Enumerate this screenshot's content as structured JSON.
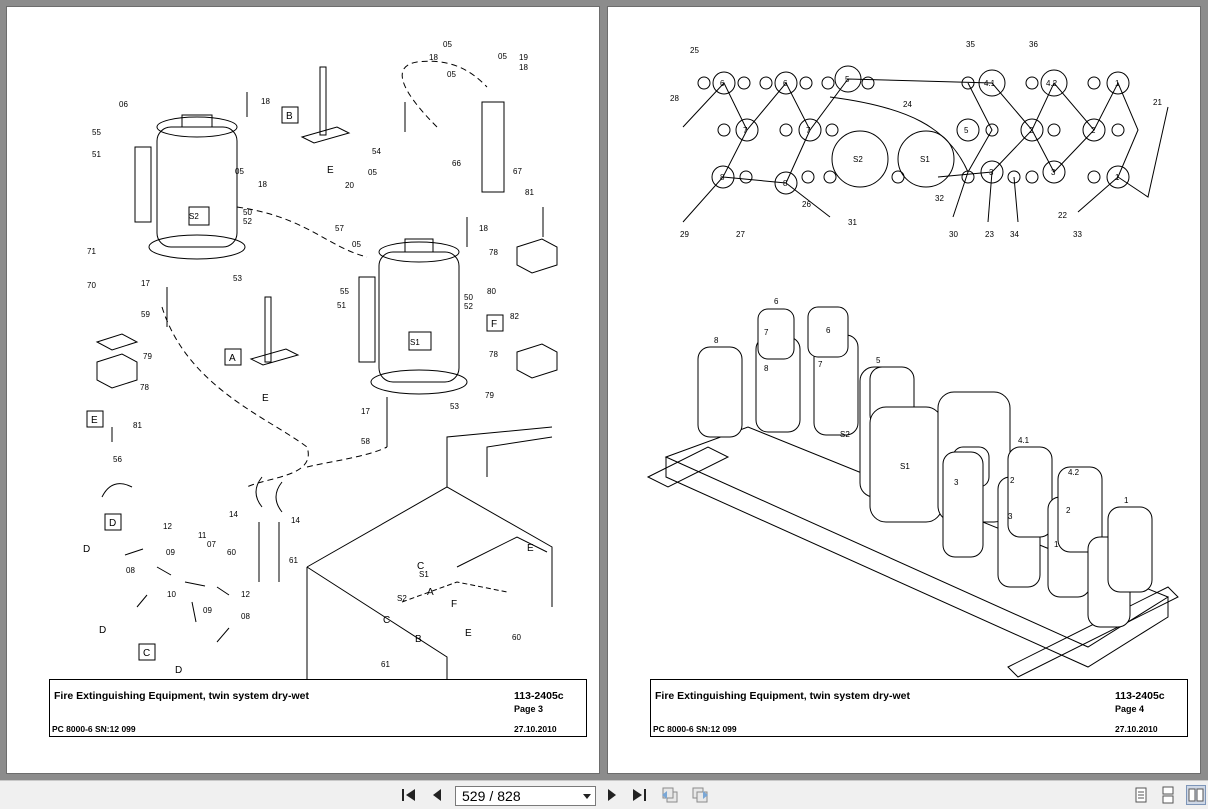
{
  "pages": [
    {
      "title": "Fire Extinguishing Equipment, twin system dry-wet",
      "doc_no": "113-2405c",
      "page_label": "Page 3",
      "model": "PC 8000-6 SN:12 099",
      "date": "27.10.2010"
    },
    {
      "title": "Fire Extinguishing Equipment, twin system dry-wet",
      "doc_no": "113-2405c",
      "page_label": "Page 4",
      "model": "PC 8000-6 SN:12 099",
      "date": "27.10.2010"
    }
  ],
  "drawing_labels": {
    "left": [
      "06",
      "55",
      "51",
      "S2",
      "50",
      "52",
      "53",
      "71",
      "70",
      "17",
      "59",
      "79",
      "78",
      "E",
      "81",
      "56",
      "D",
      "12",
      "11",
      "07",
      "09",
      "08",
      "10",
      "C",
      "18",
      "05",
      "B",
      "54",
      "20",
      "57",
      "66",
      "67",
      "19",
      "A",
      "S1",
      "58",
      "14",
      "60",
      "61",
      "F",
      "80",
      "82"
    ],
    "right": [
      "25",
      "28",
      "6",
      "5",
      "24",
      "35",
      "4.1",
      "36",
      "4.2",
      "1",
      "21",
      "7",
      "S2",
      "S1",
      "3",
      "2",
      "8",
      "26",
      "31",
      "32",
      "30",
      "23",
      "34",
      "22",
      "33",
      "29",
      "27"
    ]
  },
  "toolbar": {
    "current_page": "529",
    "separator": "/",
    "total_pages": "828",
    "buttons": [
      "first-page",
      "previous-page",
      "next-page",
      "last-page",
      "go-back",
      "go-forward",
      "single-page-view",
      "continuous-view",
      "two-page-view"
    ]
  },
  "colors": {
    "viewer_bg": "#8c8c8c",
    "toolbar_bg": "#f0f0f0",
    "page_bg": "#ffffff",
    "ink": "#000000"
  }
}
